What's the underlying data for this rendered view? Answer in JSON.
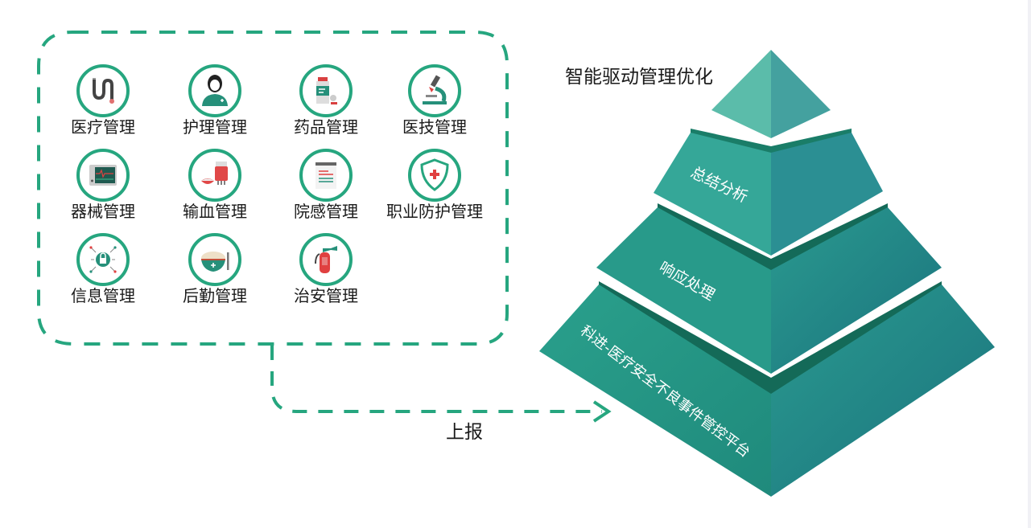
{
  "modules": [
    {
      "label": "医疗管理",
      "icon": "stethoscope-icon"
    },
    {
      "label": "护理管理",
      "icon": "nurse-icon"
    },
    {
      "label": "药品管理",
      "icon": "medicine-bottle-icon"
    },
    {
      "label": "医技管理",
      "icon": "microscope-icon"
    },
    {
      "label": "器械管理",
      "icon": "monitor-device-icon"
    },
    {
      "label": "输血管理",
      "icon": "blood-bag-icon"
    },
    {
      "label": "院感管理",
      "icon": "clipboard-icon"
    },
    {
      "label": "职业防护管理",
      "icon": "shield-cross-icon"
    },
    {
      "label": "信息管理",
      "icon": "lock-circuit-icon"
    },
    {
      "label": "后勤管理",
      "icon": "food-bowl-icon"
    },
    {
      "label": "治安管理",
      "icon": "fire-extinguisher-icon"
    }
  ],
  "connector": {
    "label": "上报"
  },
  "pyramid": {
    "top_title": "智能驱动管理优化",
    "tiers": [
      {
        "label": "总结分析"
      },
      {
        "label": "响应处理"
      },
      {
        "label": "科进-医疗安全不良事件管控平台"
      }
    ]
  },
  "colors": {
    "accent_green": "#26a67f",
    "pyramid_light": "#58bba9",
    "pyramid_mid": "#2a9a8a",
    "pyramid_dark": "#146a58",
    "icon_red": "#e0403a"
  }
}
